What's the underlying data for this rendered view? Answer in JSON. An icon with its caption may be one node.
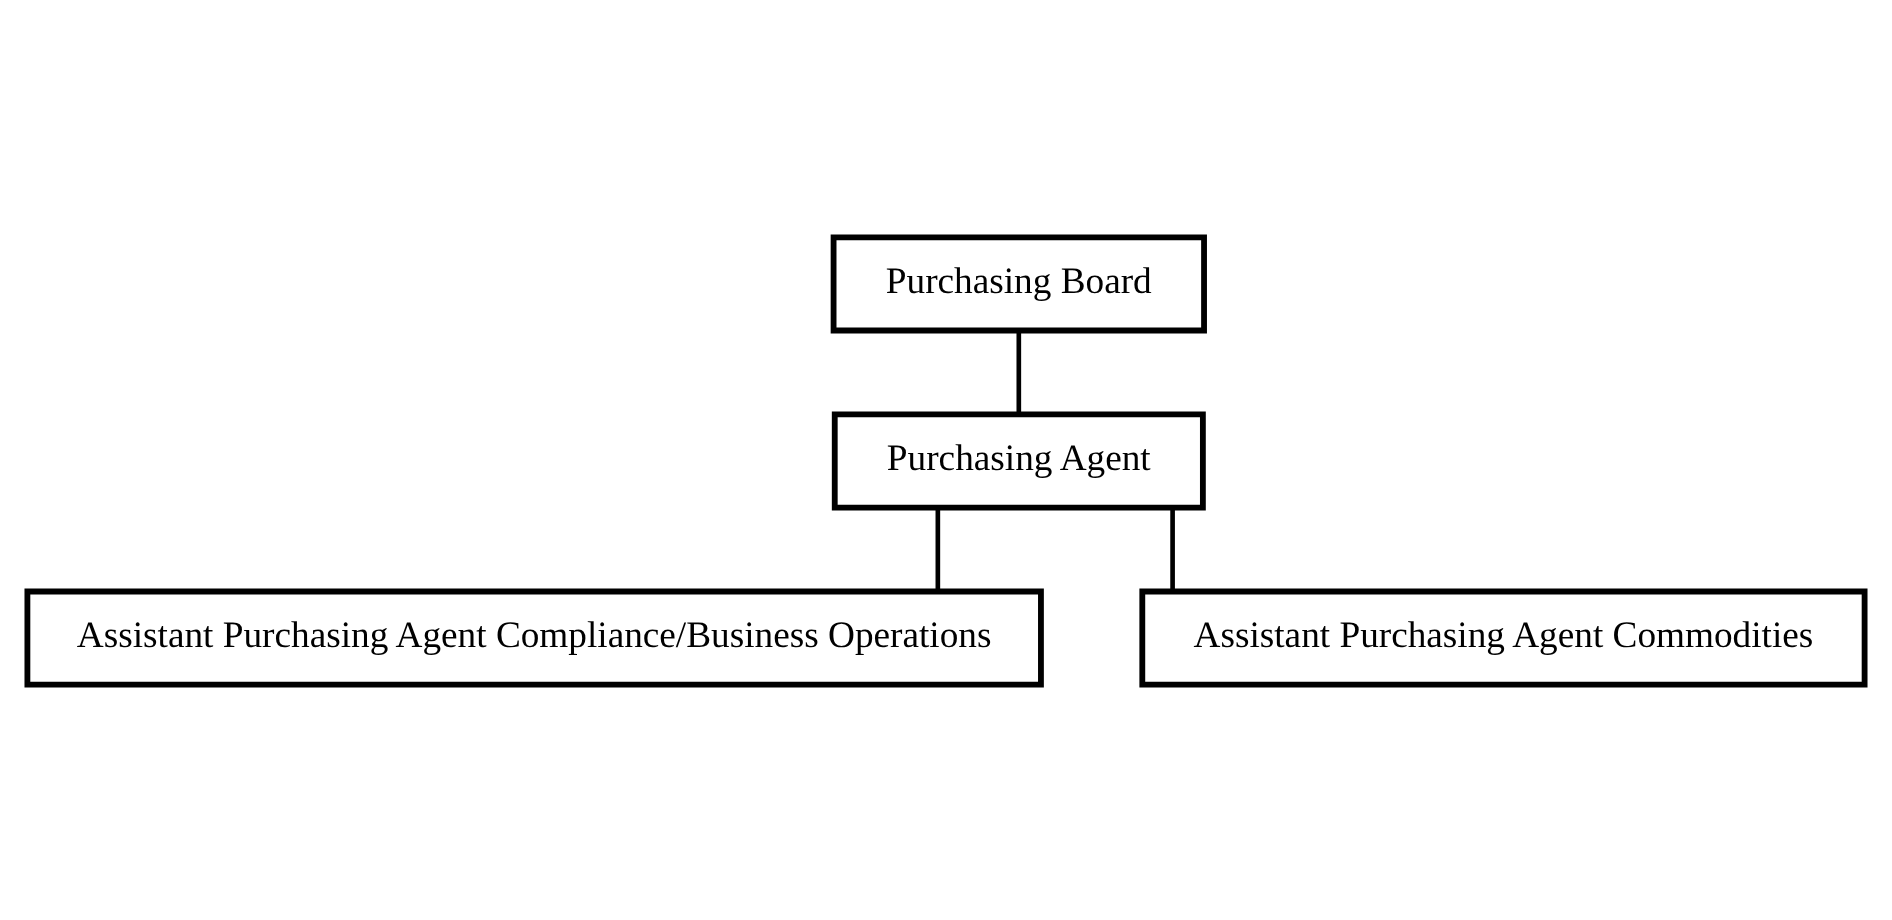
{
  "diagram": {
    "nodes": [
      {
        "text": [
          "Purchasing Board"
        ]
      },
      {
        "text": [
          "Purchasing Agent"
        ]
      },
      {
        "text": [
          "Assistant Purchasing Agent Compliance/Business Operations"
        ]
      },
      {
        "text": [
          "Assistant Purchasing Agent Commodities"
        ]
      }
    ],
    "edges": [
      {
        "from": 0,
        "to": 1,
        "arrow": "none"
      },
      {
        "from": 1,
        "to": 2,
        "arrow": "none"
      },
      {
        "from": 1,
        "to": 3,
        "arrow": "none"
      }
    ]
  }
}
